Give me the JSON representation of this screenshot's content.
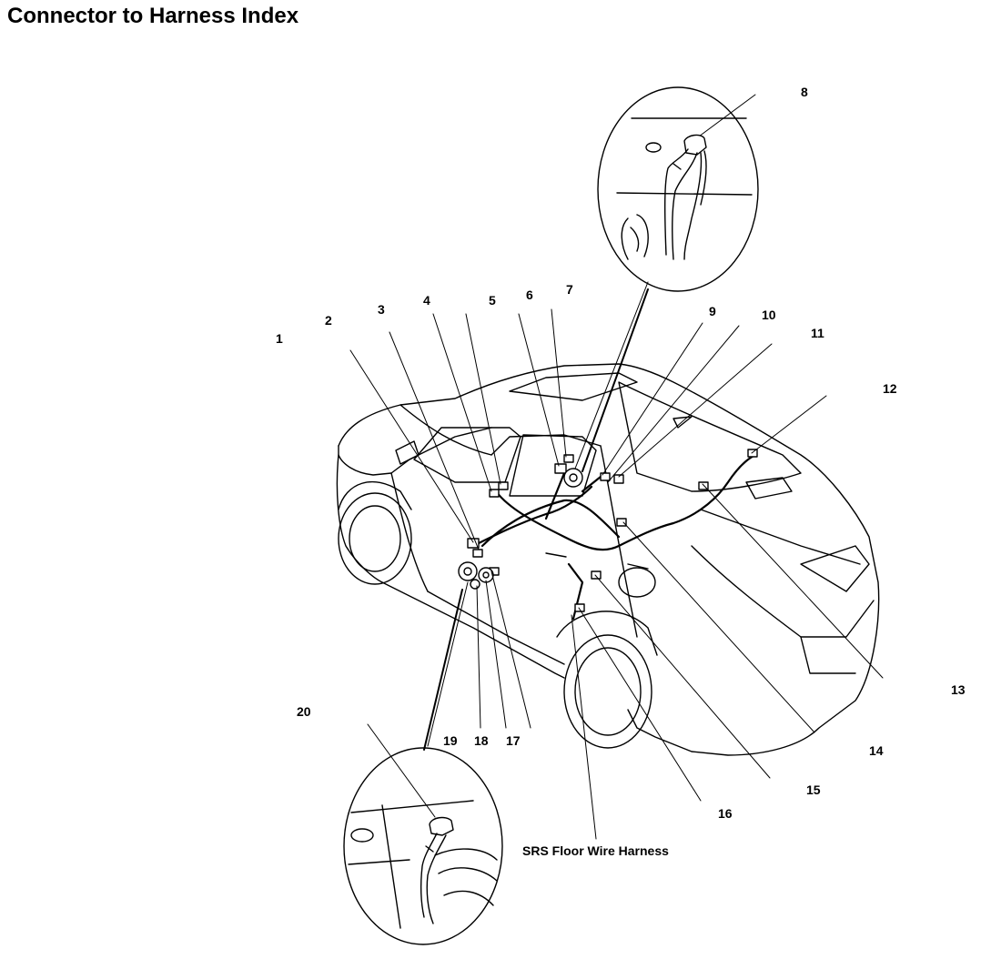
{
  "page": {
    "title": "Connector to Harness Index"
  },
  "diagram": {
    "harness_label": "SRS Floor Wire Harness",
    "callouts": [
      "1",
      "2",
      "3",
      "4",
      "5",
      "6",
      "7",
      "8",
      "9",
      "10",
      "11",
      "12",
      "13",
      "14",
      "15",
      "16",
      "17",
      "18",
      "19",
      "20"
    ]
  }
}
